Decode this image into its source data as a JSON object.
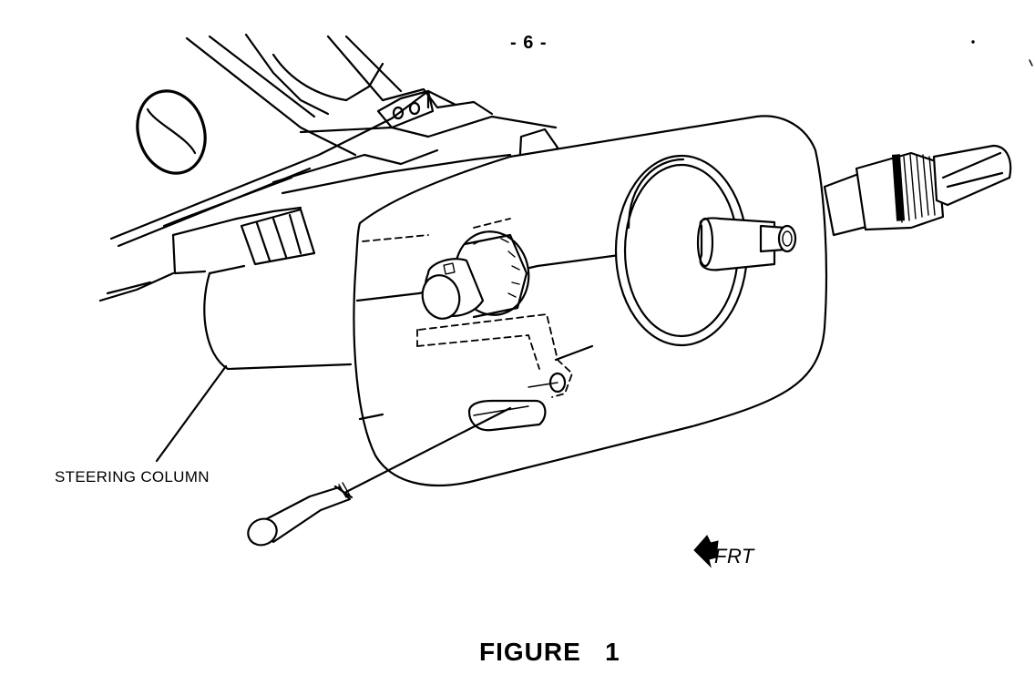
{
  "page_number": "- 6 -",
  "callout": {
    "label": "STEERING COLUMN"
  },
  "orientation": {
    "label": "FRT",
    "icon": "front-direction-arrow-icon"
  },
  "figure_caption": "FIGURE   1"
}
